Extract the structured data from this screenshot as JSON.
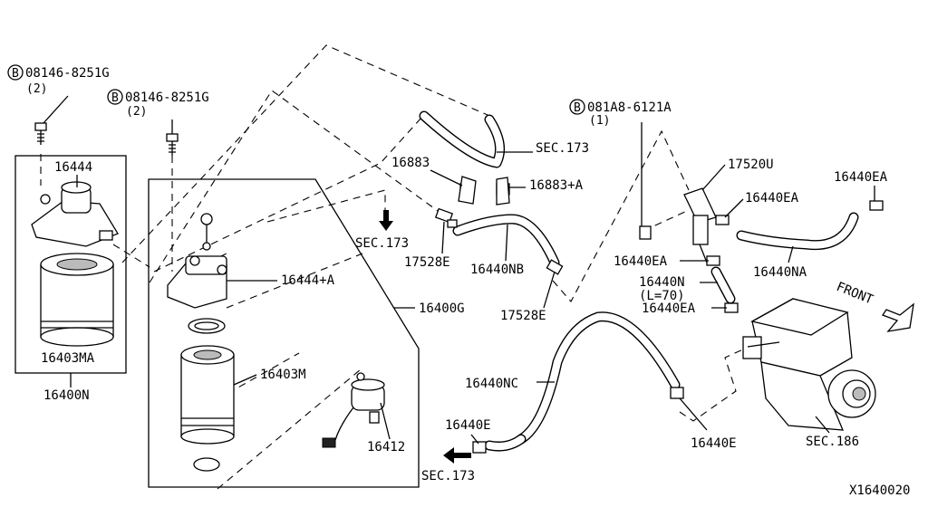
{
  "diagram_id": "X1640020",
  "bolts": [
    {
      "symbol": "B",
      "part": "08146-8251G",
      "qty": "(2)"
    },
    {
      "symbol": "B",
      "part": "08146-8251G",
      "qty": "(2)"
    },
    {
      "symbol": "B",
      "part": "081A8-6121A",
      "qty": "(1)"
    }
  ],
  "labels": {
    "p16444": "16444",
    "p16403MA": "16403MA",
    "p16400N": "16400N",
    "p16444A": "16444+A",
    "p16400G": "16400G",
    "p16403M": "16403M",
    "p16412": "16412",
    "sec173_filter": "SEC.173",
    "sec173_top": "SEC.173",
    "sec173_bottom": "SEC.173",
    "p16883": "16883",
    "p16883A": "16883+A",
    "p17528E_left": "17528E",
    "p16440NB": "16440NB",
    "p17528E_mid": "17528E",
    "p17520U": "17520U",
    "p16440EA_a": "16440EA",
    "p16440EA_right": "16440EA",
    "p16440EA_b": "16440EA",
    "p16440N": "16440N",
    "p16440N_len": "(L=70)",
    "p16440EA_c": "16440EA",
    "p16440NA": "16440NA",
    "p16440NC": "16440NC",
    "p16440E_left": "16440E",
    "p16440E_right": "16440E",
    "sec186": "SEC.186",
    "front": "FRONT"
  },
  "icons": [
    "bolt-symbol-b-icon",
    "arrow-down-icon",
    "arrow-left-icon",
    "front-arrow-icon"
  ]
}
